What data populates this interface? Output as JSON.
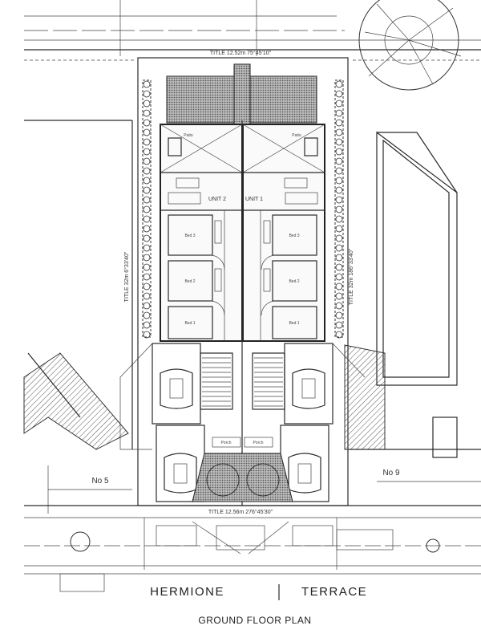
{
  "title_top": "TITLE 12.52m 75°45'10\"",
  "title_bottom": "TITLE 12.56m 276°45'30\"",
  "title_left": "TITLE 32m 6°33'40\"",
  "title_right": "TITLE 32m 186°33'40\"",
  "unit_left": "UNIT 2",
  "unit_right": "UNIT 1",
  "neighbour_left": "No 5",
  "neighbour_right": "No 9",
  "room_labels": {
    "patio": "Patio",
    "bed3": "Bed 3",
    "bed2": "Bed 2",
    "bed1": "Bed 1",
    "porch": "Porch"
  },
  "street_left": "HERMIONE",
  "street_right": "TERRACE",
  "plan_title": "GROUND FLOOR PLAN"
}
